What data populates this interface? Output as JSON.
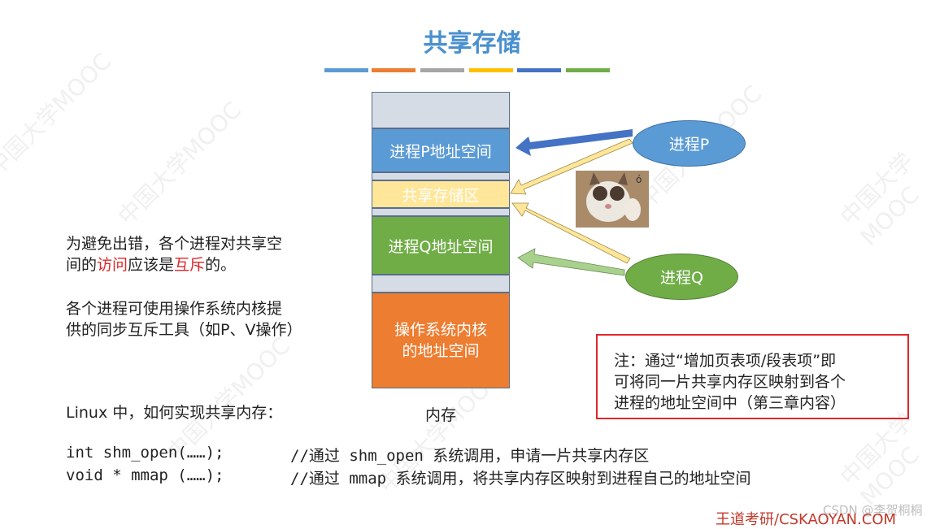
{
  "title": "共享存储",
  "color_bar": [
    "#5b9bd5",
    "#ed7d31",
    "#a5a5a5",
    "#ffc000",
    "#4472c4",
    "#70ad47"
  ],
  "memory": {
    "blocks": {
      "p_space": "进程P地址空间",
      "shared": "共享存储区",
      "q_space": "进程Q地址空间",
      "os_line1": "操作系统内核",
      "os_line2": "的地址空间"
    },
    "label": "内存"
  },
  "processes": {
    "p": "进程P",
    "q": "进程Q"
  },
  "left_notes": {
    "note1_line1": "为避免出错，各个进程对共享空",
    "note1_line2_a": "间的",
    "note1_line2_b": "访问",
    "note1_line2_c": "应该是",
    "note1_line2_d": "互斥",
    "note1_line2_e": "的。",
    "note2_line1": "各个进程可使用操作系统内核提",
    "note2_line2": "供的同步互斥工具（如P、V操作）"
  },
  "box_note": {
    "line1": "注：通过“增加页表项/段表项”即",
    "line2": "可将同一片共享内存区映射到各个",
    "line3": "进程的地址空间中（第三章内容）"
  },
  "linux": {
    "heading": "Linux 中，如何实现共享内存：",
    "code1": "int shm_open(……);",
    "comment1": "//通过 shm_open 系统调用，申请一片共享内存区",
    "code2": "void * mmap (……);",
    "comment2": "//通过 mmap 系统调用，将共享内存区映射到进程自己的地址空间"
  },
  "footer": {
    "brand": "王道考研/CSKAOYAN.COM",
    "csdn": "CSDN @李贺桐桐"
  },
  "watermark": "中国大学MOOC"
}
